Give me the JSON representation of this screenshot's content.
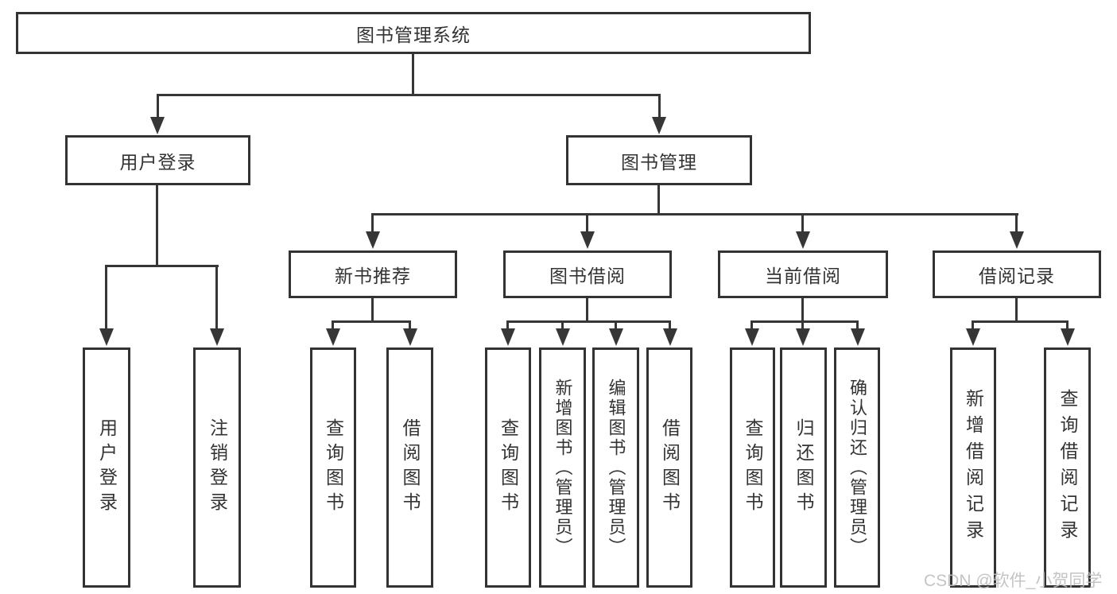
{
  "diagram": {
    "root": {
      "label": "图书管理系统"
    },
    "level2": {
      "user_login": {
        "label": "用户登录"
      },
      "book_mgmt": {
        "label": "图书管理"
      }
    },
    "level3": {
      "new_book_rec": {
        "label": "新书推荐"
      },
      "book_borrow": {
        "label": "图书借阅"
      },
      "current_borrow": {
        "label": "当前借阅"
      },
      "borrow_records": {
        "label": "借阅记录"
      }
    },
    "leaves": {
      "user_login": "用户登录",
      "logout": "注销登录",
      "rec_query": "查询图书",
      "rec_borrow": "借阅图书",
      "bb_query": "查询图书",
      "bb_add": "新增图书（管理员）",
      "bb_edit": "编辑图书（管理员）",
      "bb_borrow": "借阅图书",
      "cb_query": "查询图书",
      "cb_return": "归还图书",
      "cb_confirm": "确认归还（管理员）",
      "br_add": "新增借阅记录",
      "br_query": "查询借阅记录"
    },
    "colors": {
      "line": "#363636",
      "text": "#333333",
      "background": "#ffffff",
      "watermark": "#bebebe"
    }
  },
  "watermark": {
    "text": "CSDN @软件_小贺同学"
  }
}
